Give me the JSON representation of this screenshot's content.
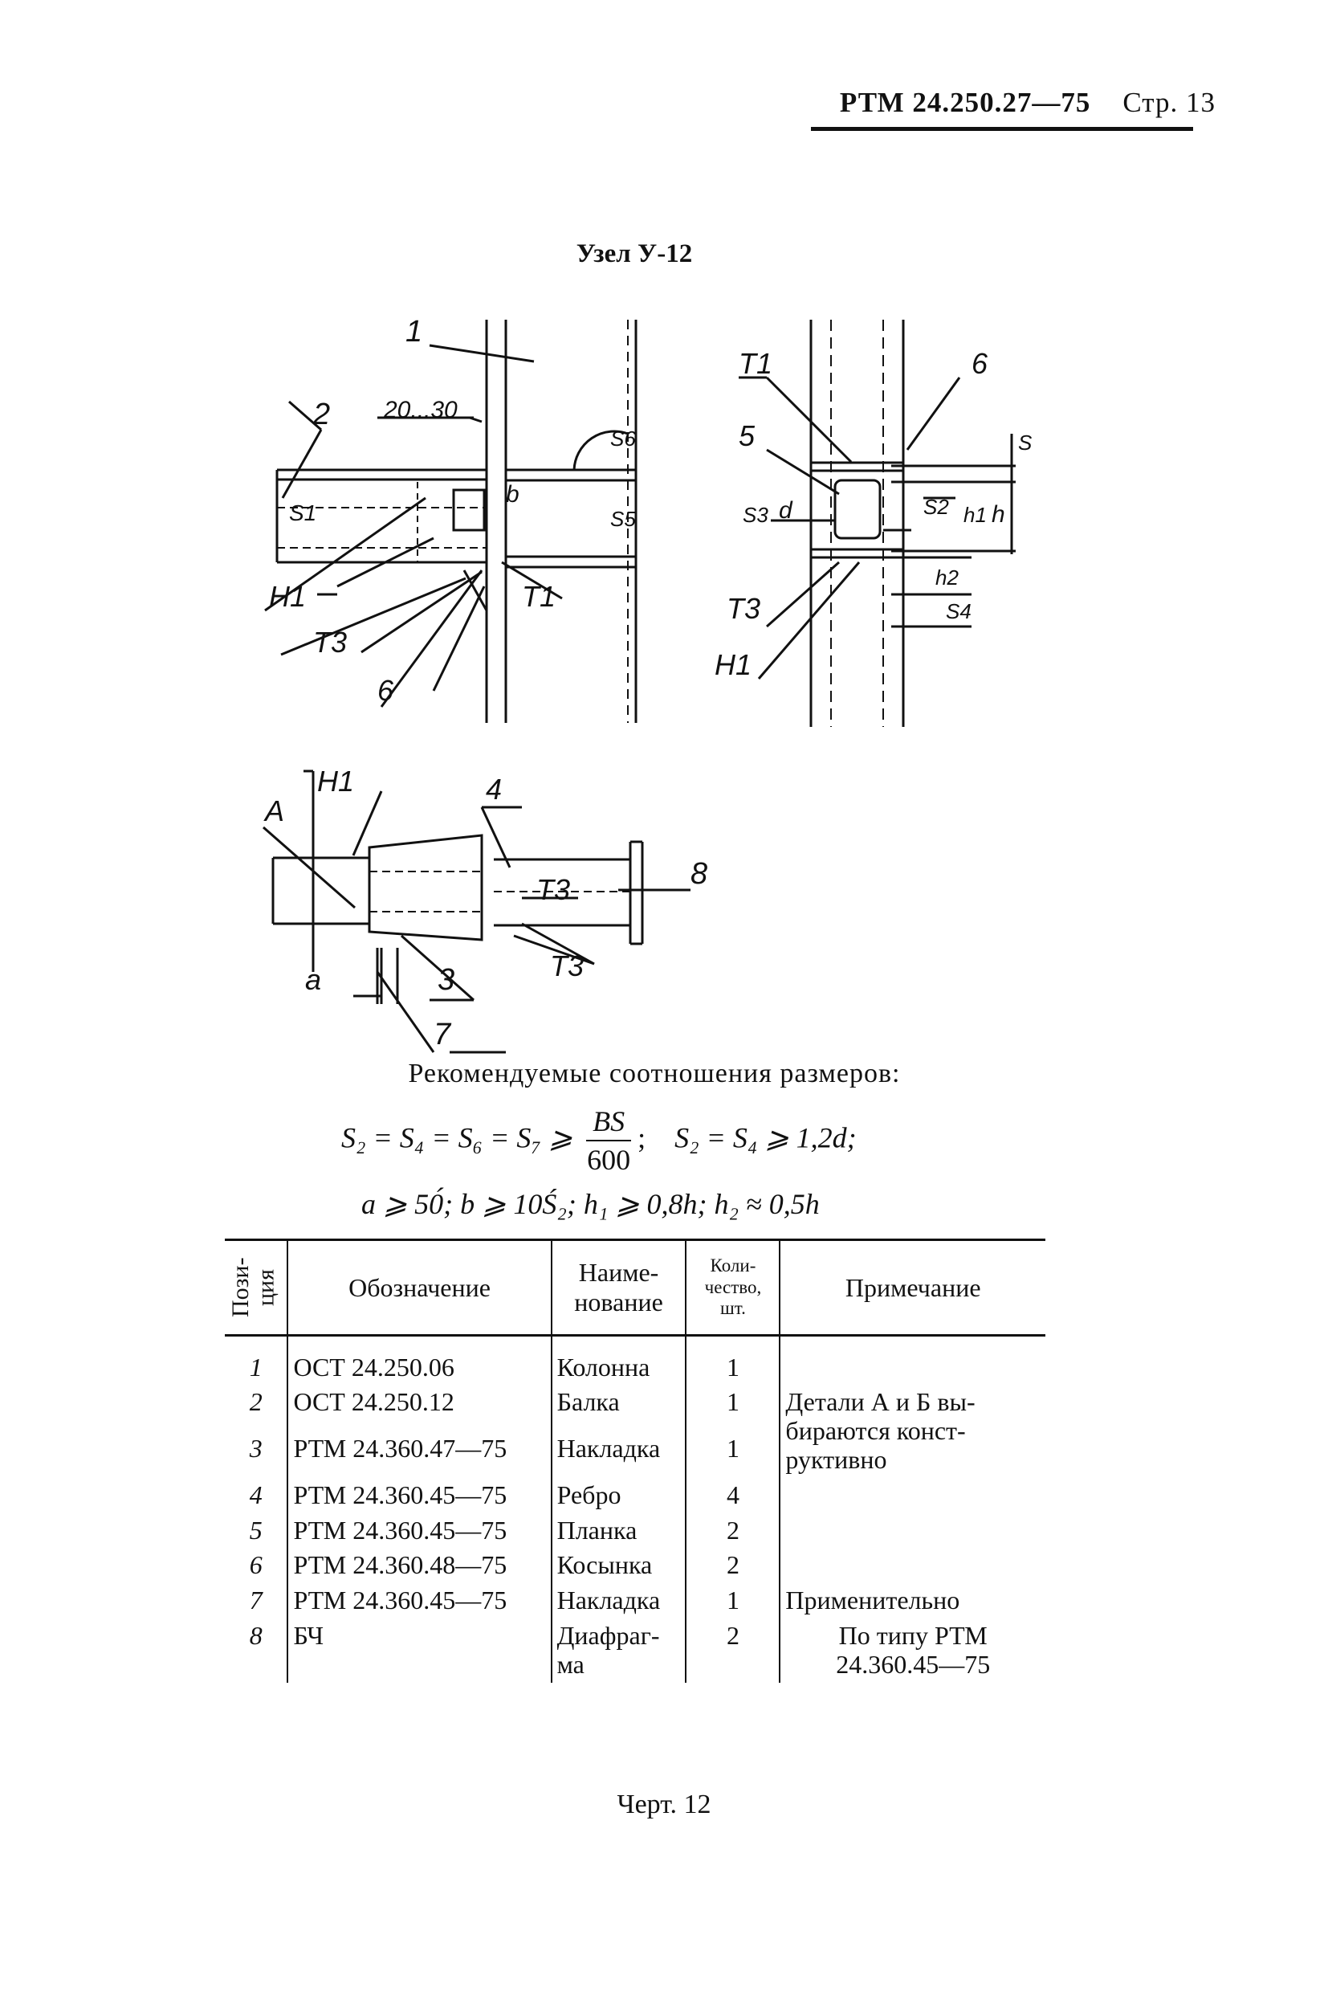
{
  "header": {
    "doc_code": "РТМ 24.250.27—75",
    "page": "Стр. 13"
  },
  "title": "Узел У-12",
  "drawing_labels": {
    "left": {
      "pos1": "1",
      "pos2": "2",
      "dim_20_30": "20...30",
      "s5": "S5",
      "s6": "S6",
      "s1": "S1",
      "b": "b",
      "h1": "H1",
      "t1": "T1",
      "t3": "T3",
      "pos6": "6"
    },
    "right": {
      "t1": "T1",
      "pos6": "6",
      "pos5": "5",
      "s": "S",
      "s3": "S3",
      "d": "d",
      "s2": "S2",
      "h1": "h1",
      "h": "h",
      "t3": "T3",
      "h2": "h2",
      "s4": "S4",
      "H1": "H1"
    },
    "plan": {
      "H1": "H1",
      "A": "A",
      "pos4": "4",
      "T3a": "T3",
      "pos8": "8",
      "T3b": "T3",
      "a": "a",
      "pos3": "3",
      "pos7": "7"
    }
  },
  "recommendations": {
    "title": "Рекомендуемые соотношения размеров:",
    "line1_left": "S₂ = S₄ = S₆ = S₇ ⩾",
    "line1_num": "BS",
    "line1_den": "600",
    "line1_right": "S₂ = S₄ ⩾ 1,2d;",
    "line2": "a ⩾ 50́;   b ⩾ 10Ś₂;   h₁ ⩾ 0,8h;   h₂ ≈ 0,5h"
  },
  "table": {
    "headers": {
      "pos": "Пози-ция",
      "designation": "Обозначение",
      "name": "Наиме-нование",
      "qty": "Коли-чество, шт.",
      "note": "Примечание"
    },
    "rows": [
      {
        "pos": "1",
        "designation": "ОСТ 24.250.06",
        "name": "Колонна",
        "qty": "1",
        "note": ""
      },
      {
        "pos": "2",
        "designation": "ОСТ 24.250.12",
        "name": "Балка",
        "qty": "1",
        "note": "Детали А и Б вы-бираются конст-руктивно"
      },
      {
        "pos": "3",
        "designation": "РТМ 24.360.47—75",
        "name": "Накладка",
        "qty": "1",
        "note": ""
      },
      {
        "pos": "4",
        "designation": "РТМ 24.360.45—75",
        "name": "Ребро",
        "qty": "4",
        "note": ""
      },
      {
        "pos": "5",
        "designation": "РТМ 24.360.45—75",
        "name": "Планка",
        "qty": "2",
        "note": ""
      },
      {
        "pos": "6",
        "designation": "РТМ 24.360.48—75",
        "name": "Косынка",
        "qty": "2",
        "note": ""
      },
      {
        "pos": "7",
        "designation": "РТМ 24.360.45—75",
        "name": "Накладка",
        "qty": "1",
        "note": "Применительно"
      },
      {
        "pos": "8",
        "designation": "БЧ",
        "name": "Диафраг-ма",
        "qty": "2",
        "note": "По типу РТМ 24.360.45—75"
      }
    ]
  },
  "caption": "Черт. 12"
}
